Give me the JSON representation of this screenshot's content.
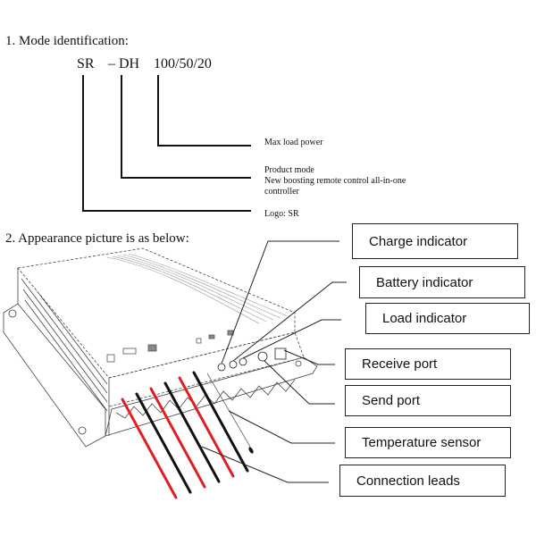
{
  "section1": {
    "heading": "1. Mode identification:",
    "model_code": {
      "part1": "SR",
      "part2": "– DH",
      "part3": "100/50/20"
    },
    "notes": {
      "max_load": "Max load power",
      "product_mode_title": "Product mode",
      "product_mode_desc_line1": "New boosting remote control all-in-one",
      "product_mode_desc_line2": "controller",
      "logo": "Logo: SR"
    }
  },
  "section2": {
    "heading": "2. Appearance picture is as below:",
    "callouts": {
      "charge": "Charge indicator",
      "battery": "Battery indicator",
      "load": "Load indicator",
      "receive": "Receive port",
      "send": "Send port",
      "temperature": "Temperature sensor",
      "leads": "Connection leads"
    },
    "lead_colors": [
      "#e02020",
      "#111111",
      "#e02020",
      "#111111",
      "#e02020",
      "#111111"
    ]
  }
}
